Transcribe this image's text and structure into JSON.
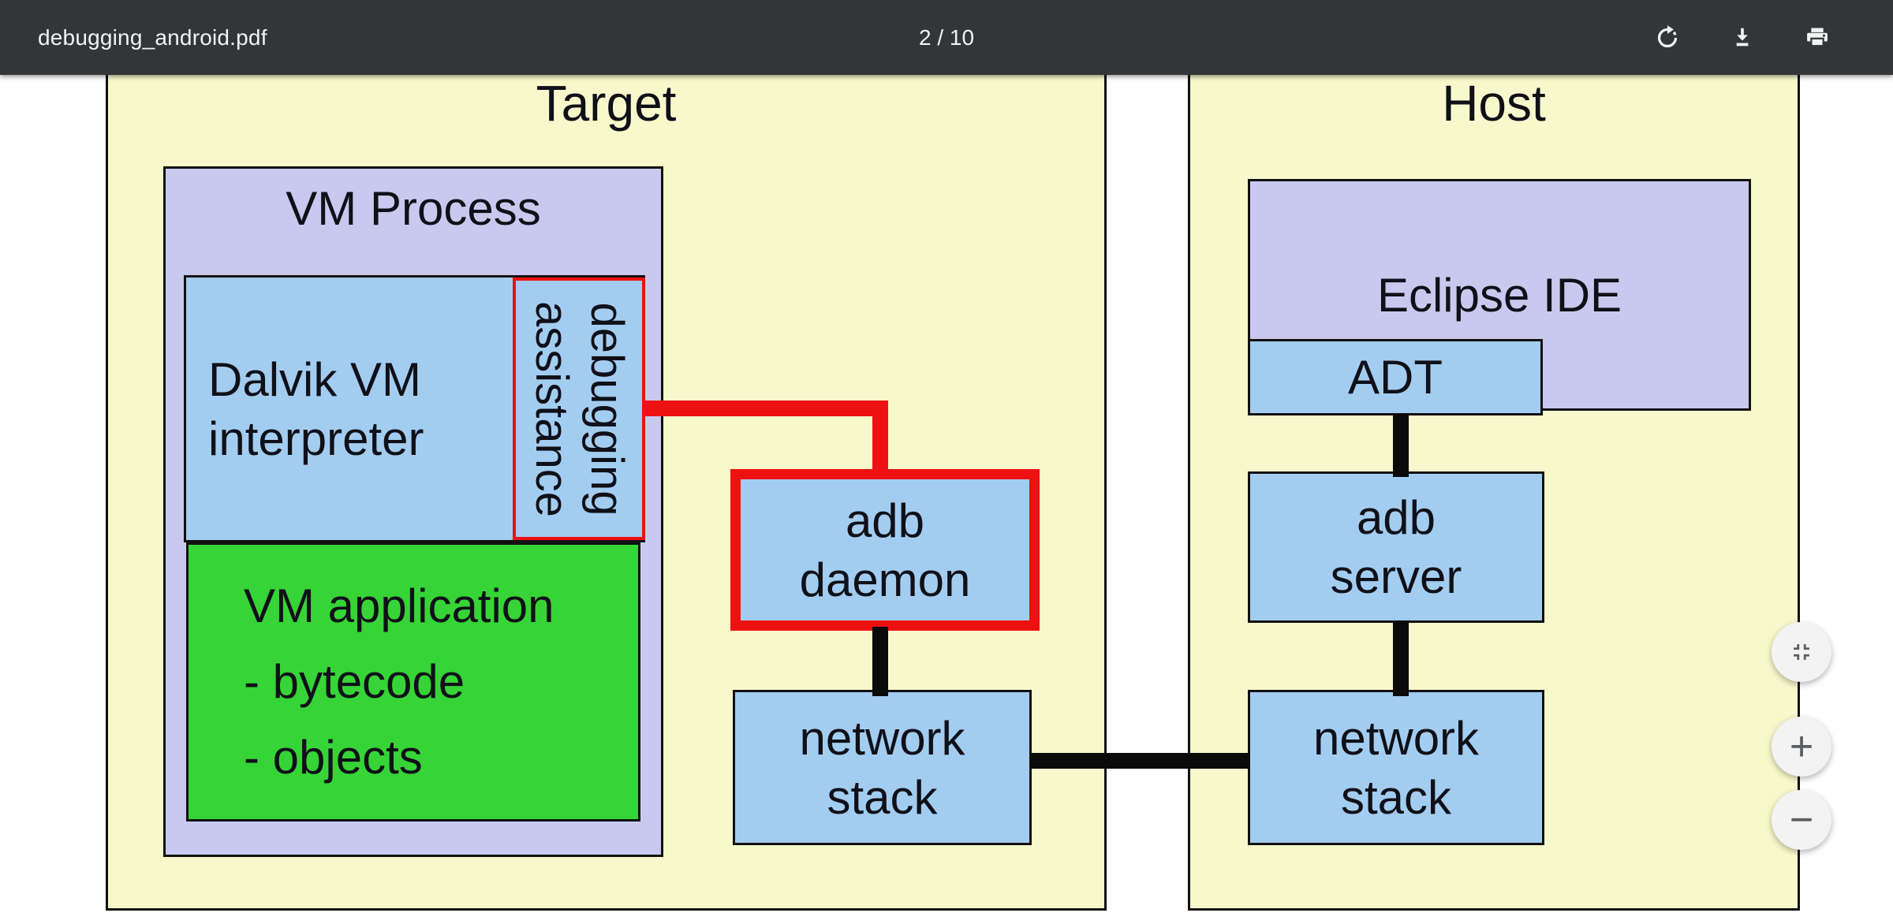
{
  "toolbar": {
    "filename": "debugging_android.pdf",
    "page_indicator": "2 / 10",
    "icons": [
      "rotate-icon",
      "download-icon",
      "print-icon"
    ]
  },
  "diagram": {
    "target": {
      "title": "Target",
      "vm_process": {
        "label": "VM Process"
      },
      "dalvik_interpreter": {
        "lines": [
          "Dalvik VM",
          "interpreter"
        ]
      },
      "debugging_assistance": {
        "lines": [
          "debugging",
          "assistance"
        ]
      },
      "vm_application": {
        "lines": [
          "VM application",
          "- bytecode",
          "- objects"
        ]
      },
      "adb_daemon": {
        "lines": [
          "adb",
          "daemon"
        ]
      },
      "network_stack": {
        "lines": [
          "network",
          "stack"
        ]
      }
    },
    "host": {
      "title": "Host",
      "eclipse": {
        "label": "Eclipse IDE"
      },
      "adt": {
        "label": "ADT"
      },
      "adb_server": {
        "lines": [
          "adb",
          "server"
        ]
      },
      "network_stack": {
        "lines": [
          "network",
          "stack"
        ]
      }
    }
  },
  "zoom_controls": {
    "fit_icon": "fit-to-page-icon",
    "zoom_in_label": "+",
    "zoom_out_label": "−"
  },
  "colors": {
    "toolbar_bg": "#323639",
    "toolbar_text": "#f2f2f2",
    "panel_yellow": "#f8f8cc",
    "box_lavender": "#c9c9ef",
    "box_blue": "#a3cdf0",
    "box_green": "#36d436",
    "accent_red": "#ee1111",
    "line_black": "#0a0a0a"
  }
}
